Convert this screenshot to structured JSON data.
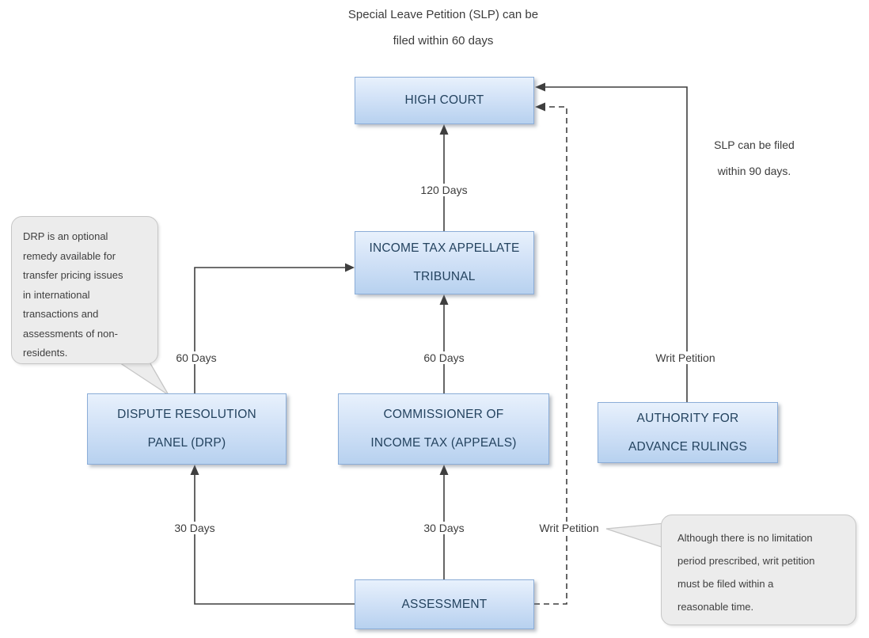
{
  "title": "Special Leave Petition (SLP) can be\nfiled within 60 days",
  "nodes": {
    "high_court": "HIGH COURT",
    "tribunal": "INCOME TAX APPELLATE\nTRIBUNAL",
    "drp": "DISPUTE RESOLUTION\nPANEL (DRP)",
    "commissioner": "COMMISSIONER OF\nINCOME TAX (APPEALS)",
    "authority": "AUTHORITY FOR\nADVANCE RULINGS",
    "assessment": "ASSESSMENT"
  },
  "labels": {
    "days_120": "120 Days",
    "days_60_left": "60 Days",
    "days_60_center": "60 Days",
    "days_30_left": "30 Days",
    "days_30_center": "30 Days",
    "writ_petition_right": "Writ Petition",
    "writ_petition_bottom": "Writ Petition",
    "slp_90": "SLP can be filed\nwithin 90 days."
  },
  "callouts": {
    "drp_note": "DRP is an optional\nremedy available for\ntransfer pricing issues\nin international\ntransactions and\nassessments of non-\nresidents.",
    "writ_note": "Although there is no limitation\nperiod prescribed, writ petition\nmust be filed within a\nreasonable time."
  },
  "colors": {
    "node_fill_top": "#e8f1fc",
    "node_fill_bottom": "#b7d1ef",
    "node_border": "#8badd8",
    "node_text": "#24435f",
    "callout_fill": "#ececec",
    "callout_border": "#c6c6c6",
    "line": "#3f3f3f"
  }
}
